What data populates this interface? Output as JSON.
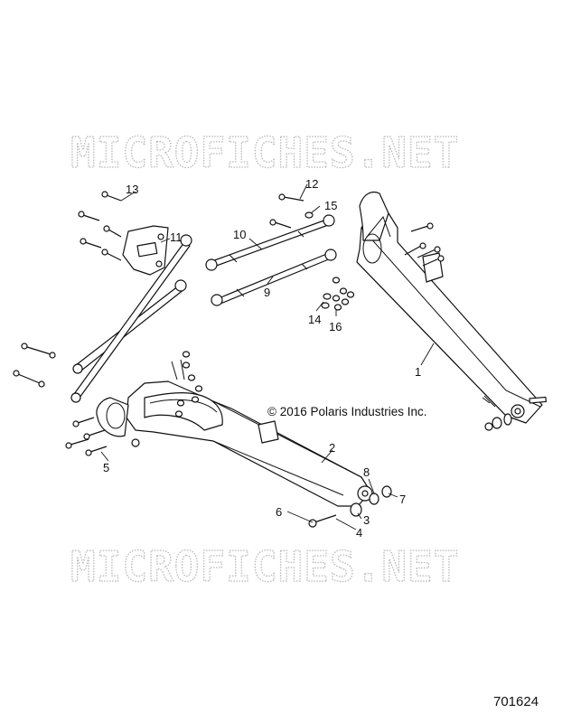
{
  "watermark": {
    "top": "MICROFICHES.NET",
    "bottom": "MICROFICHES.NET"
  },
  "copyright": "© 2016 Polaris Industries Inc.",
  "diagram_number": "701624",
  "callouts": {
    "c1": "1",
    "c2": "2",
    "c3": "3",
    "c4": "4",
    "c5": "5",
    "c6": "6",
    "c7": "7",
    "c8": "8",
    "c9": "9",
    "c10": "10",
    "c11": "11",
    "c12": "12",
    "c13": "13",
    "c14": "14",
    "c15": "15",
    "c16": "16"
  }
}
